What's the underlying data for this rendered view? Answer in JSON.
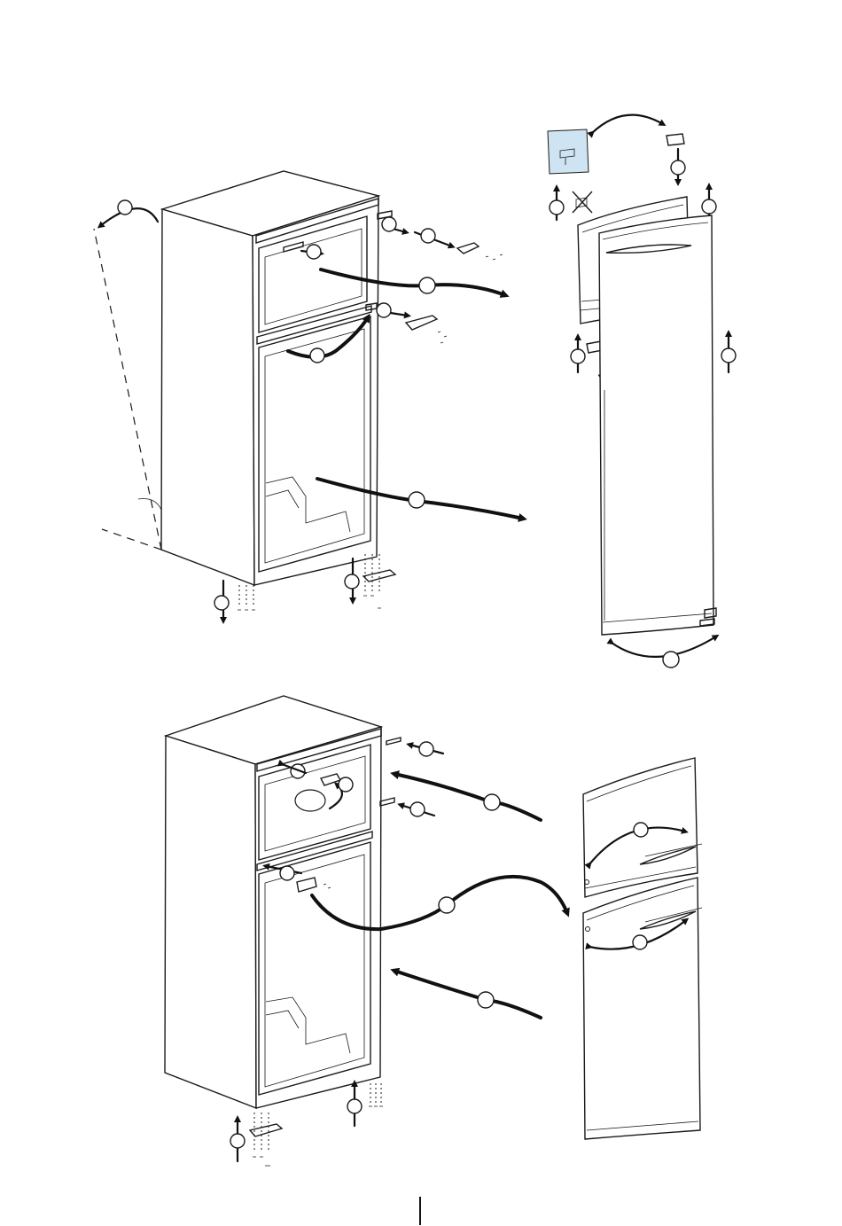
{
  "figure": {
    "description_hidden": "",
    "colors": {
      "line": "#1a1a1a",
      "background": "#ffffff",
      "bag_tint": "#cfe4f2"
    }
  },
  "upper_panel": {
    "cabinet": "fridge-cabinet-top-hinged",
    "top_door": "freezer-door",
    "bottom_door": "fridge-door"
  },
  "lower_panel": {
    "cabinet": "fridge-cabinet-reversed",
    "top_door": "freezer-door-reversed",
    "bottom_door": "fridge-door-reversed"
  },
  "icons": {
    "hinge": "hinge-icon",
    "screw": "screw-icon",
    "cover_cap": "cover-cap-icon",
    "parts_bag": "parts-bag-icon",
    "prohibited": "prohibited-icon"
  }
}
